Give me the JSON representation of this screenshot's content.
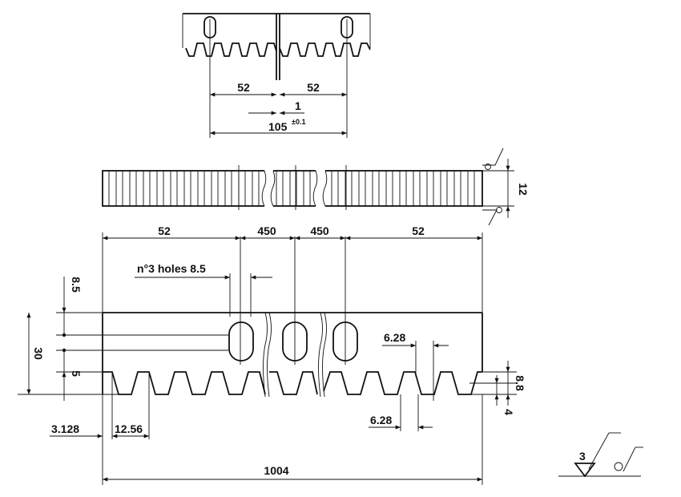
{
  "top_detail": {
    "pitch_left": "52",
    "pitch_right": "52",
    "gap": "1",
    "span": "105",
    "tolerance": "±0.1"
  },
  "middle_view": {
    "thickness": "12"
  },
  "front_view": {
    "pitch_left": "52",
    "spacing_a": "450",
    "spacing_b": "450",
    "pitch_right": "52",
    "holes_note": "n°3 holes 8.5",
    "dim_8_5": "8.5",
    "dim_30": "30",
    "dim_5": "5",
    "tooth_pitch_top": "6.28",
    "tooth_pitch_bottom": "6.28",
    "dim_8_8": "8.8",
    "dim_4": "4",
    "offset": "3.128",
    "first_pitch": "12.56",
    "overall_length": "1004"
  },
  "finish_symbol": {
    "value": "3"
  }
}
